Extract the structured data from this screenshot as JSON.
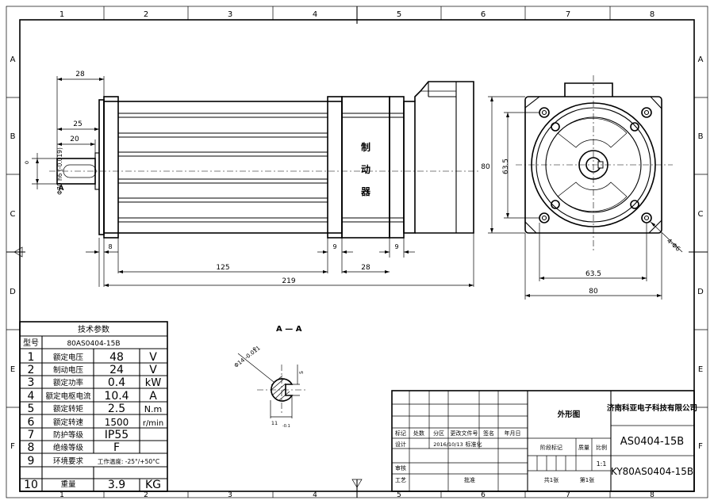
{
  "grid": {
    "cols": [
      "1",
      "2",
      "3",
      "4",
      "5",
      "6",
      "7",
      "8"
    ],
    "rows": [
      "A",
      "B",
      "C",
      "D",
      "E",
      "F"
    ]
  },
  "side_view": {
    "dims": {
      "d28_top": "28",
      "d25": "25",
      "d20": "20",
      "shaft_label": "Φ70 h6 (-0.019)",
      "shaft_upper": "0",
      "section_mark": "A",
      "d8": "8",
      "d9_left": "9",
      "d9_right": "9",
      "d125": "125",
      "d28_bottom": "28",
      "d219": "219"
    },
    "brake_label": [
      "制",
      "动",
      "器"
    ]
  },
  "front_view": {
    "dims": {
      "d80_right": "80",
      "d63_5_vert": "63.5",
      "d63_5_horiz": "63.5",
      "d80_bottom": "80",
      "holes": "4-Φ6"
    }
  },
  "section": {
    "title": "A — A",
    "dia": "Φ14 -0.011",
    "dia_upper": "0",
    "key_width": "5",
    "key_depth": "11",
    "key_depth_sub": "-0.1"
  },
  "specs": {
    "title": "技术参数",
    "model_label": "型号",
    "model_value": "80AS0404-15B",
    "rows": [
      {
        "no": "1",
        "name": "额定电压",
        "value": "48",
        "unit": "V"
      },
      {
        "no": "2",
        "name": "制动电压",
        "value": "24",
        "unit": "V"
      },
      {
        "no": "3",
        "name": "额定功率",
        "value": "0.4",
        "unit": "kW"
      },
      {
        "no": "4",
        "name": "额定电枢电流",
        "value": "10.4",
        "unit": "A"
      },
      {
        "no": "5",
        "name": "额定转矩",
        "value": "2.5",
        "unit": "N.m"
      },
      {
        "no": "6",
        "name": "额定转速",
        "value": "1500",
        "unit": "r/min"
      },
      {
        "no": "7",
        "name": "防护等级",
        "value": "IP55",
        "unit": ""
      },
      {
        "no": "8",
        "name": "绝缘等级",
        "value": "F",
        "unit": ""
      },
      {
        "no": "9",
        "name": "环境要求",
        "value": "工作温度: -25°/+50°C",
        "unit": ""
      },
      {
        "no": "10",
        "name": "重量",
        "value": "3.9",
        "unit": "KG"
      }
    ]
  },
  "titleblock": {
    "company": "济南科亚电子科技有限公司",
    "drawing_type": "外形图",
    "drawing_no": "AS0404-15B",
    "part_no": "KY80AS0404-15B",
    "h_mark": "标记",
    "h_count": "处数",
    "h_zone": "分区",
    "h_doc": "更改文件号",
    "h_sign": "签名",
    "h_date": "年月日",
    "designer": "设计",
    "design_date": "2016/10/13",
    "standardize": "标准化",
    "review": "审核",
    "process": "工艺",
    "approve": "批准",
    "stage_mark": "阶段标记",
    "weight": "质量",
    "scale": "比例",
    "scale_value": "1:1",
    "sheets_total": "共1张",
    "sheet_no": "第1张"
  }
}
